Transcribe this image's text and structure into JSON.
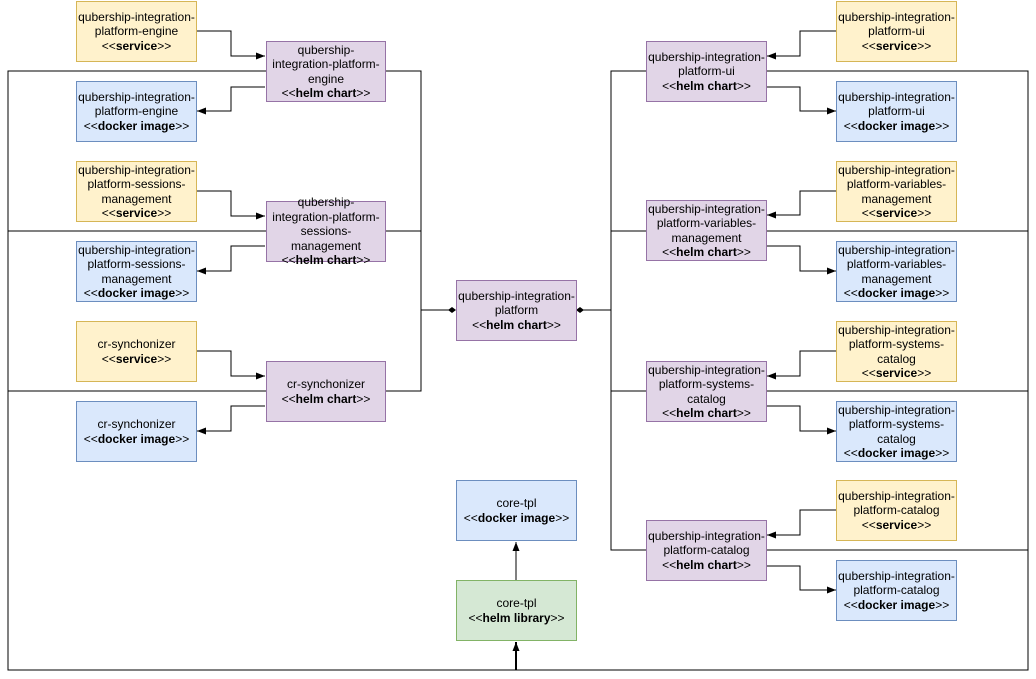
{
  "colors": {
    "service_fill": "#fff2cc",
    "service_stroke": "#d6b656",
    "docker_fill": "#dae8fc",
    "docker_stroke": "#6c8ebf",
    "helm_fill": "#e1d5e7",
    "helm_stroke": "#9673a6",
    "library_fill": "#d5e8d4",
    "library_stroke": "#82b366",
    "line": "#000000"
  },
  "stereotypes": {
    "service": "service",
    "docker": "docker image",
    "helm": "helm chart",
    "library": "helm library",
    "open": "<<",
    "close": ">>"
  },
  "nodes": {
    "engine_service": {
      "name": "qubership-integration-platform-engine"
    },
    "engine_chart": {
      "name": "qubership-integration-platform-engine"
    },
    "engine_docker": {
      "name": "qubership-integration-platform-engine"
    },
    "sessions_service": {
      "name": "qubership-integration-platform-sessions-management"
    },
    "sessions_chart": {
      "name": "qubership-integration-platform-sessions-management"
    },
    "sessions_docker": {
      "name": "qubership-integration-platform-sessions-management"
    },
    "crsync_service": {
      "name": "cr-synchonizer"
    },
    "crsync_chart": {
      "name": "cr-synchonizer"
    },
    "crsync_docker": {
      "name": "cr-synchonizer"
    },
    "platform_chart": {
      "name": "qubership-integration-platform"
    },
    "coretpl_docker": {
      "name": "core-tpl"
    },
    "coretpl_library": {
      "name": "core-tpl"
    },
    "ui_service": {
      "name": "qubership-integration-platform-ui"
    },
    "ui_chart": {
      "name": "qubership-integration-platform-ui"
    },
    "ui_docker": {
      "name": "qubership-integration-platform-ui"
    },
    "variables_service": {
      "name": "qubership-integration-platform-variables-management"
    },
    "variables_chart": {
      "name": "qubership-integration-platform-variables-management"
    },
    "variables_docker": {
      "name": "qubership-integration-platform-variables-management"
    },
    "systems_service": {
      "name": "qubership-integration-platform-systems-catalog"
    },
    "systems_chart": {
      "name": "qubership-integration-platform-systems-catalog"
    },
    "systems_docker": {
      "name": "qubership-integration-platform-systems-catalog"
    },
    "catalog_service": {
      "name": "qubership-integration-platform-catalog"
    },
    "catalog_chart": {
      "name": "qubership-integration-platform-catalog"
    },
    "catalog_docker": {
      "name": "qubership-integration-platform-catalog"
    }
  }
}
